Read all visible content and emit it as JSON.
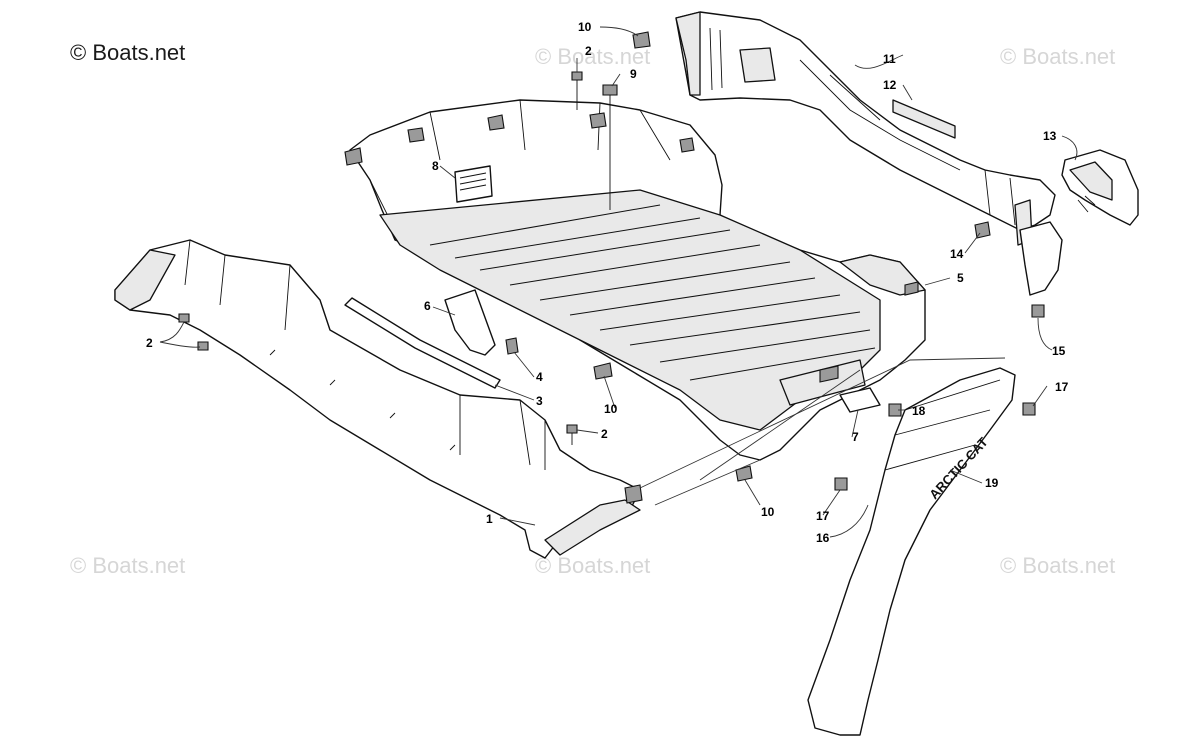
{
  "copyright": "© Boats.net",
  "watermarks": [
    "© Boats.net",
    "© Boats.net",
    "© Boats.net",
    "© Boats.net",
    "© Boats.net",
    "© Boats.net"
  ],
  "callouts": {
    "c1": "1",
    "c2a": "2",
    "c2b": "2",
    "c2c": "2",
    "c3": "3",
    "c4": "4",
    "c5": "5",
    "c6": "6",
    "c7": "7",
    "c8": "8",
    "c9": "9",
    "c10a": "10",
    "c10b": "10",
    "c10c": "10",
    "c11": "11",
    "c12": "12",
    "c13": "13",
    "c14": "14",
    "c15": "15",
    "c16": "16",
    "c17a": "17",
    "c17b": "17",
    "c18": "18",
    "c19": "19"
  },
  "decal_text": "ARCTIC CAT"
}
